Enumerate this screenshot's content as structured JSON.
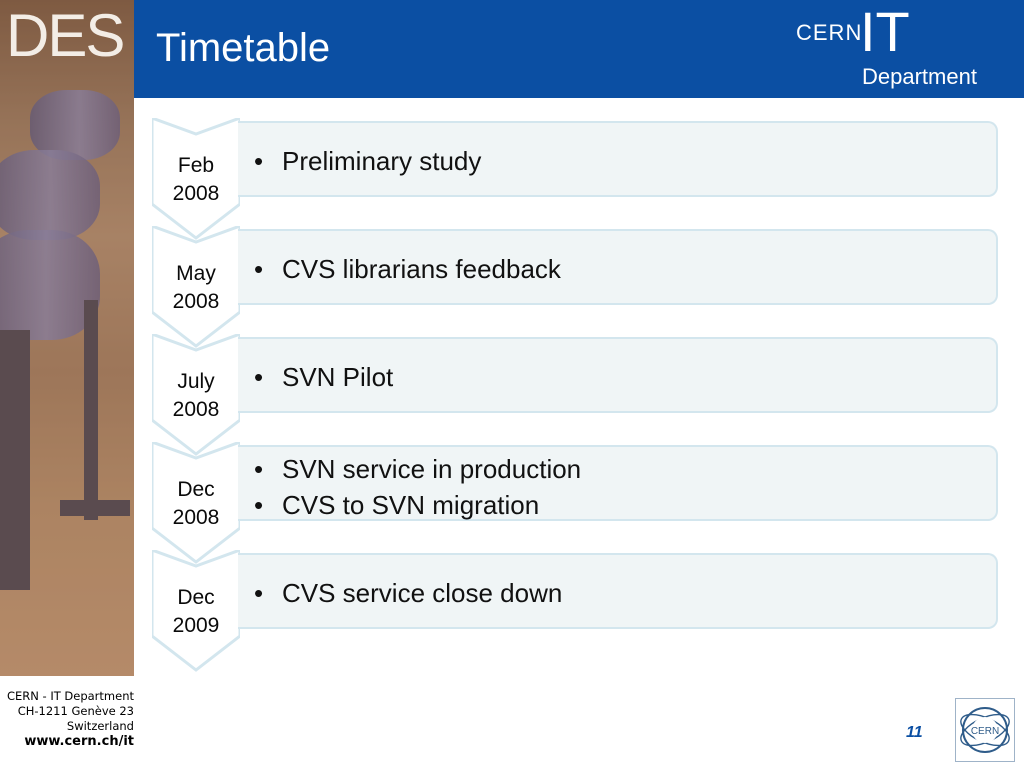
{
  "header": {
    "brand": "DES",
    "title": "Timetable",
    "logo_cern": "CERN",
    "logo_it": "IT",
    "logo_department": "Department"
  },
  "timeline": [
    {
      "month": "Feb",
      "year": "2008",
      "items": [
        "Preliminary study"
      ]
    },
    {
      "month": "May",
      "year": "2008",
      "items": [
        "CVS librarians feedback"
      ]
    },
    {
      "month": "July",
      "year": "2008",
      "items": [
        "SVN Pilot"
      ]
    },
    {
      "month": "Dec",
      "year": "2008",
      "items": [
        "SVN service in production",
        "CVS to SVN migration"
      ]
    },
    {
      "month": "Dec",
      "year": "2009",
      "items": [
        "CVS service close down"
      ]
    }
  ],
  "footer": {
    "line1": "CERN - IT Department",
    "line2": "CH-1211 Genève 23",
    "line3": "Switzerland",
    "url": "www.cern.ch/it",
    "page": "11",
    "logo_text": "CERN"
  },
  "colors": {
    "header_bg": "#0b4fa3",
    "box_bg": "#f0f5f6",
    "box_border": "#d3e6ee"
  }
}
